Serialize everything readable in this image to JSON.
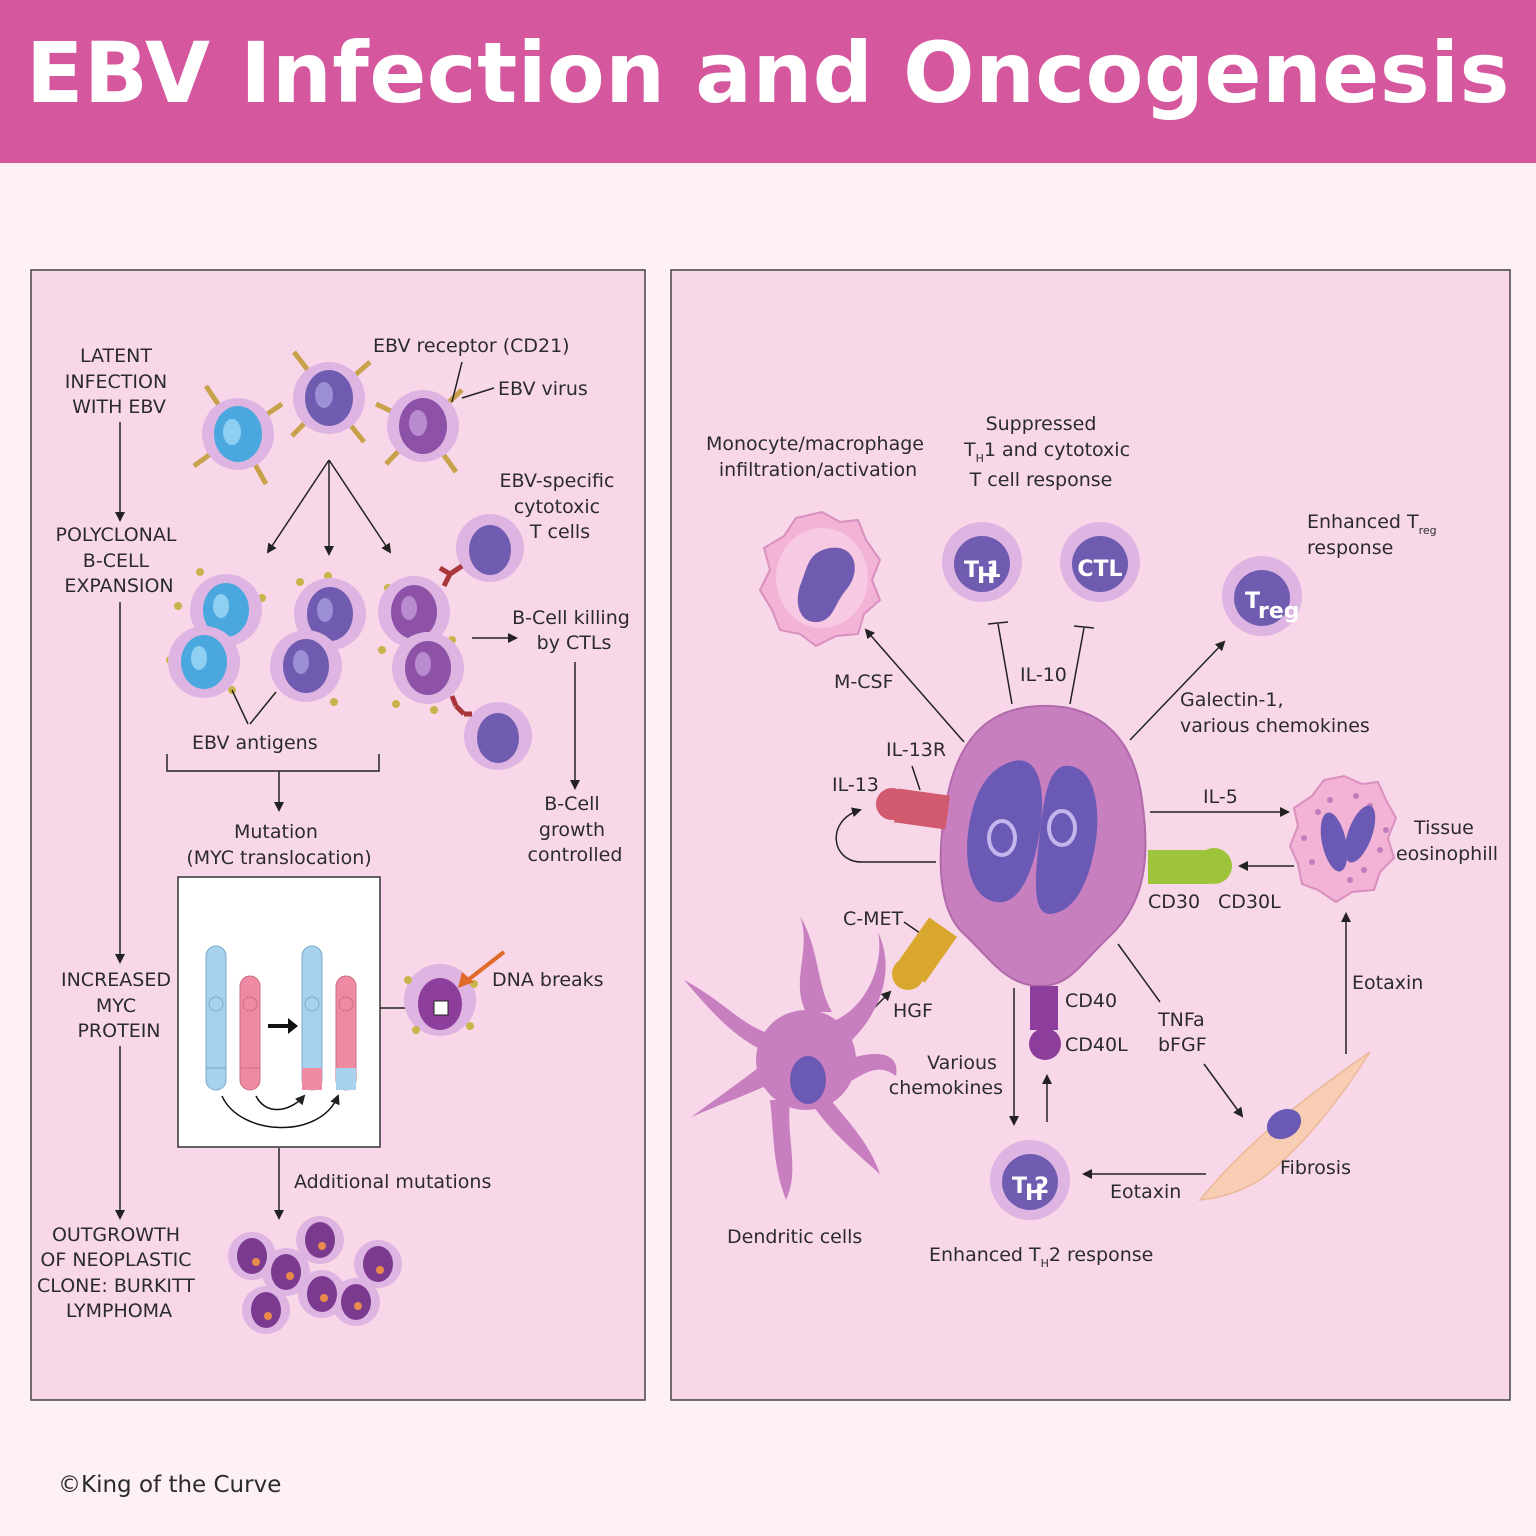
{
  "title": "EBV Infection and Oncogenesis",
  "footer": "©King of the Curve",
  "left_panel": {
    "stages": {
      "latent": [
        "LATENT",
        "INFECTION",
        "WITH EBV"
      ],
      "polyclonal": [
        "POLYCLONAL",
        "B-CELL",
        "EXPANSION"
      ],
      "myc": [
        "INCREASED",
        "MYC",
        "PROTEIN"
      ],
      "outgrowth": [
        "OUTGROWTH",
        "OF NEOPLASTIC",
        "CLONE: BURKITT",
        "LYMPHOMA"
      ]
    },
    "labels": {
      "receptor": "EBV receptor (CD21)",
      "virus": "EBV virus",
      "ctl": [
        "EBV-specific",
        "cytotoxic",
        "T cells"
      ],
      "killing": [
        "B-Cell killing",
        "by CTLs"
      ],
      "growth": [
        "B-Cell",
        "growth",
        "controlled"
      ],
      "antigens": "EBV antigens",
      "mutation": [
        "Mutation",
        "(MYC translocation)"
      ],
      "dna_breaks": "DNA breaks",
      "additional": "Additional mutations"
    }
  },
  "right_panel": {
    "labels": {
      "monocyte": [
        "Monocyte/macrophage",
        "infiltration/activation"
      ],
      "suppressed_1": "Suppressed",
      "suppressed_2_main": "T",
      "suppressed_2_sub": "H",
      "suppressed_2_rest": "1 and cytotoxic",
      "suppressed_3": "T cell response",
      "enhanced_treg_main": "Enhanced T",
      "enhanced_treg_sub": "reg",
      "enhanced_treg_2": "response",
      "mcsf": "M-CSF",
      "il10": "IL-10",
      "galectin": [
        "Galectin-1,",
        "various chemokines"
      ],
      "il13r": "IL-13R",
      "il13": "IL-13",
      "il5": "IL-5",
      "tissue_eos": [
        "Tissue",
        "eosinophill"
      ],
      "cd30": "CD30",
      "cd30l": "CD30L",
      "cmet": "C-MET",
      "hgf": "HGF",
      "cd40": "CD40",
      "cd40l": "CD40L",
      "tnfa": "TNFa",
      "bfgf": "bFGF",
      "eotaxin_up": "Eotaxin",
      "eotaxin_left": "Eotaxin",
      "various": [
        "Various",
        "chemokines"
      ],
      "fibrosis": "Fibrosis",
      "dendritic": "Dendritic cells",
      "th2_main": "Enhanced T",
      "th2_sub": "H",
      "th2_rest": "2 response"
    },
    "cells": {
      "th1_main": "T",
      "th1_sub": "H",
      "th1_rest": "1",
      "ctl": "CTL",
      "treg_main": "T",
      "treg_sub": "reg",
      "th2_main": "T",
      "th2_sub": "H",
      "th2_rest": "2"
    }
  },
  "colors": {
    "banner": "#d5589f",
    "panel": "#f8d8e8",
    "bcell_blue": "#4aa8de",
    "bcell_purple": "#6f5bb0",
    "rs_cell": "#c77fc0",
    "nucleus": "#6a5ab5"
  }
}
